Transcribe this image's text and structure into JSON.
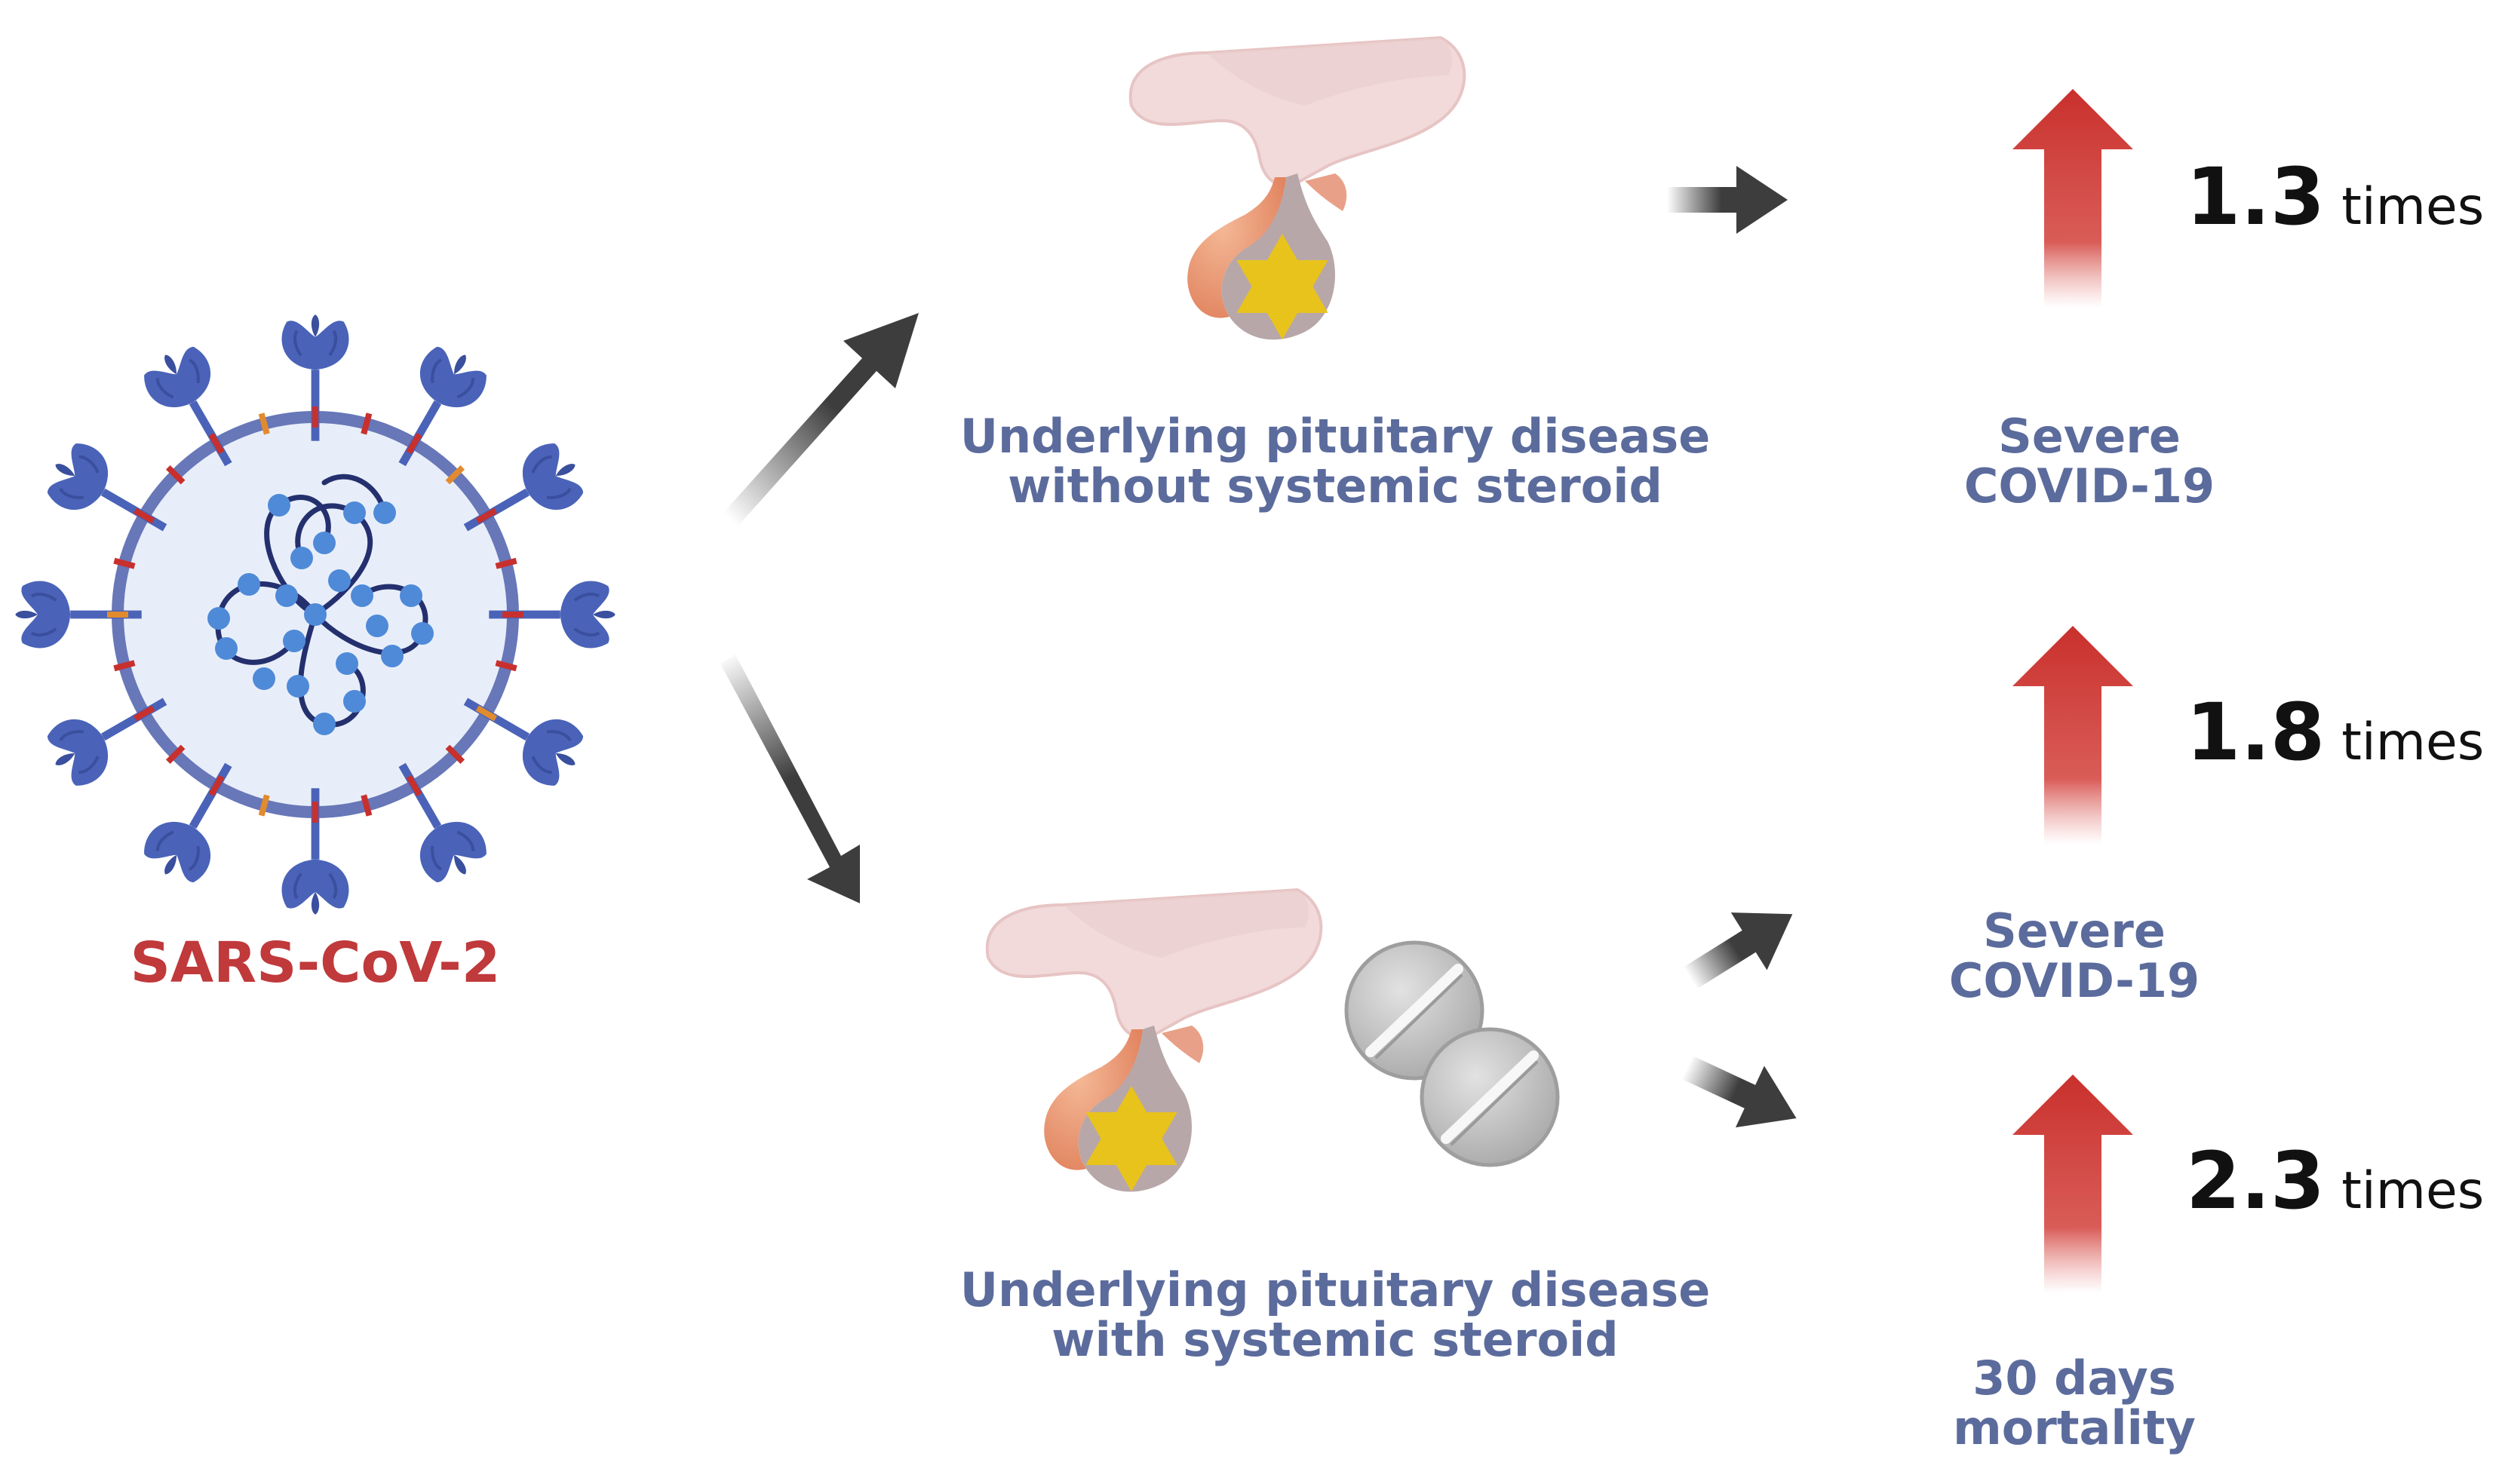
{
  "virus": {
    "label": "SARS-CoV-2"
  },
  "groups": [
    {
      "label_lines": [
        "Underlying pituitary disease",
        "without systemic steroid"
      ]
    },
    {
      "label_lines": [
        "Underlying pituitary disease",
        "with systemic steroid"
      ]
    }
  ],
  "outcomes": [
    {
      "label_lines": [
        "Severe",
        "COVID-19"
      ],
      "ratio": "1.3",
      "unit": "times"
    },
    {
      "label_lines": [
        "Severe",
        "COVID-19"
      ],
      "ratio": "1.8",
      "unit": "times"
    },
    {
      "label_lines": [
        "30 days",
        "mortality"
      ],
      "ratio": "2.3",
      "unit": "times"
    }
  ],
  "icons": [
    "coronavirus-icon",
    "pituitary-gland-icon",
    "steroid-pill-icon",
    "increase-arrow-icon",
    "flow-arrow-icon"
  ],
  "colors": {
    "virus_label": "#c0393b",
    "group_label": "#5b6b9c",
    "increase_arrow": "#c9302c",
    "flow_arrow": "#3d3d3d",
    "highlight_star": "#e8c31c"
  }
}
